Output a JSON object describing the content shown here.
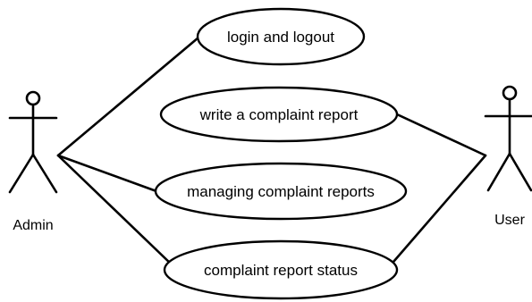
{
  "actors": {
    "admin": {
      "name": "Admin"
    },
    "user": {
      "name": "User"
    }
  },
  "use_cases": [
    {
      "label": "login and logout"
    },
    {
      "label": "write a complaint report"
    },
    {
      "label": "managing complaint reports"
    },
    {
      "label": "complaint report status"
    }
  ]
}
